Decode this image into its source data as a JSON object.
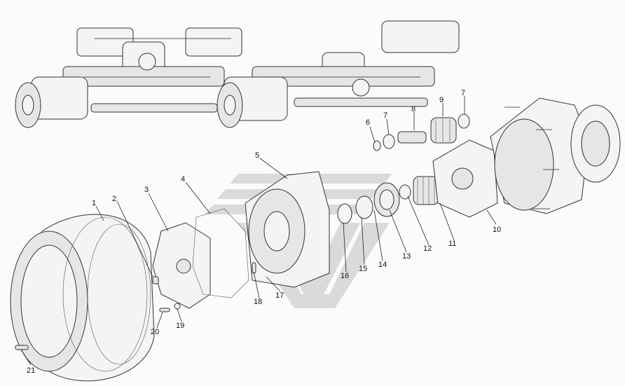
{
  "diagram": {
    "labels": [
      "1",
      "2",
      "3",
      "4",
      "5",
      "6",
      "7",
      "8",
      "9",
      "7",
      "10",
      "11",
      "12",
      "13",
      "14",
      "15",
      "16",
      "17",
      "18",
      "19",
      "20",
      "21"
    ]
  },
  "colors": {
    "watermark": "#cfcfcf",
    "line": "#333333"
  }
}
